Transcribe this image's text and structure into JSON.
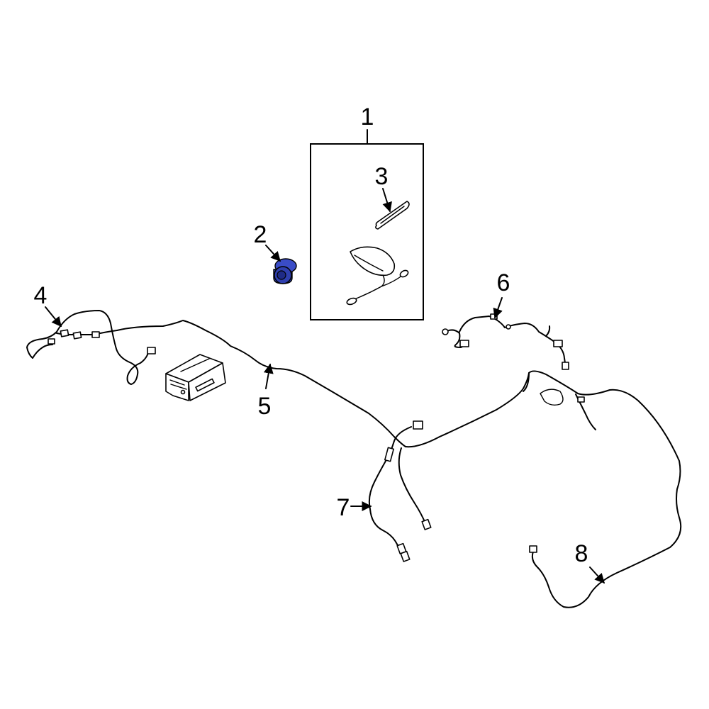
{
  "diagram": {
    "callouts": [
      {
        "id": "1",
        "label": "1"
      },
      {
        "id": "2",
        "label": "2"
      },
      {
        "id": "3",
        "label": "3"
      },
      {
        "id": "4",
        "label": "4"
      },
      {
        "id": "5",
        "label": "5"
      },
      {
        "id": "6",
        "label": "6"
      },
      {
        "id": "7",
        "label": "7"
      },
      {
        "id": "8",
        "label": "8"
      }
    ],
    "highlight_color": "#2f3fae",
    "line_color": "#000000"
  }
}
